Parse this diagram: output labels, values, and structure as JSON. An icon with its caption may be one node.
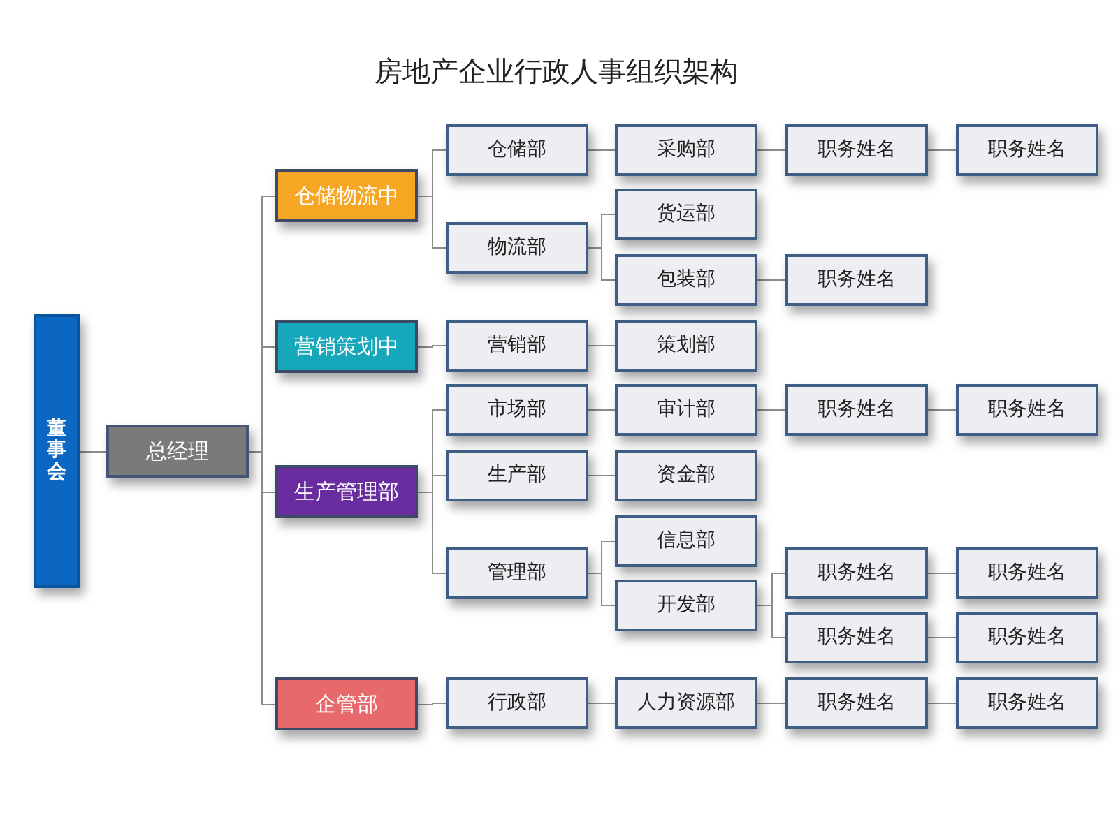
{
  "diagram": {
    "title": "房地产企业行政人事组织架构",
    "nodes": [
      {
        "text": [
          "董事会"
        ]
      },
      {
        "text": [
          "总经理"
        ]
      },
      {
        "text": [
          "仓储物流中"
        ]
      },
      {
        "text": [
          "营销策划中"
        ]
      },
      {
        "text": [
          "生产管理部"
        ]
      },
      {
        "text": [
          "企管部"
        ]
      },
      {
        "text": [
          "仓储部"
        ]
      },
      {
        "text": [
          "物流部"
        ]
      },
      {
        "text": [
          "营销部"
        ]
      },
      {
        "text": [
          "市场部"
        ]
      },
      {
        "text": [
          "生产部"
        ]
      },
      {
        "text": [
          "管理部"
        ]
      },
      {
        "text": [
          "行政部"
        ]
      },
      {
        "text": [
          "采购部"
        ]
      },
      {
        "text": [
          "货运部"
        ]
      },
      {
        "text": [
          "包装部"
        ]
      },
      {
        "text": [
          "策划部"
        ]
      },
      {
        "text": [
          "审计部"
        ]
      },
      {
        "text": [
          "资金部"
        ]
      },
      {
        "text": [
          "信息部"
        ]
      },
      {
        "text": [
          "开发部"
        ]
      },
      {
        "text": [
          "人力资源部"
        ]
      },
      {
        "text": [
          "职务姓名"
        ]
      },
      {
        "text": [
          "职务姓名"
        ]
      },
      {
        "text": [
          "职务姓名"
        ]
      },
      {
        "text": [
          "职务姓名"
        ]
      },
      {
        "text": [
          "职务姓名"
        ]
      },
      {
        "text": [
          "职务姓名"
        ]
      },
      {
        "text": [
          "职务姓名"
        ]
      },
      {
        "text": [
          "职务姓名"
        ]
      },
      {
        "text": [
          "职务姓名"
        ]
      },
      {
        "text": [
          "职务姓名"
        ]
      },
      {
        "text": [
          "职务姓名"
        ]
      }
    ],
    "edges": [
      {
        "from": 0,
        "to": 1,
        "arrow": "none"
      },
      {
        "from": 1,
        "to": 2,
        "arrow": "none"
      },
      {
        "from": 1,
        "to": 3,
        "arrow": "none"
      },
      {
        "from": 1,
        "to": 4,
        "arrow": "none"
      },
      {
        "from": 1,
        "to": 5,
        "arrow": "none"
      },
      {
        "from": 2,
        "to": 6,
        "arrow": "none"
      },
      {
        "from": 2,
        "to": 7,
        "arrow": "none"
      },
      {
        "from": 3,
        "to": 8,
        "arrow": "none"
      },
      {
        "from": 4,
        "to": 9,
        "arrow": "none"
      },
      {
        "from": 4,
        "to": 10,
        "arrow": "none"
      },
      {
        "from": 4,
        "to": 11,
        "arrow": "none"
      },
      {
        "from": 5,
        "to": 12,
        "arrow": "none"
      },
      {
        "from": 6,
        "to": 13,
        "arrow": "none"
      },
      {
        "from": 7,
        "to": 14,
        "arrow": "none"
      },
      {
        "from": 7,
        "to": 15,
        "arrow": "none"
      },
      {
        "from": 8,
        "to": 16,
        "arrow": "none"
      },
      {
        "from": 9,
        "to": 17,
        "arrow": "none"
      },
      {
        "from": 10,
        "to": 18,
        "arrow": "none"
      },
      {
        "from": 11,
        "to": 19,
        "arrow": "none"
      },
      {
        "from": 11,
        "to": 20,
        "arrow": "none"
      },
      {
        "from": 12,
        "to": 21,
        "arrow": "none"
      },
      {
        "from": 13,
        "to": 22,
        "arrow": "none"
      },
      {
        "from": 22,
        "to": 23,
        "arrow": "none"
      },
      {
        "from": 15,
        "to": 24,
        "arrow": "none"
      },
      {
        "from": 17,
        "to": 25,
        "arrow": "none"
      },
      {
        "from": 25,
        "to": 26,
        "arrow": "none"
      },
      {
        "from": 20,
        "to": 27,
        "arrow": "none"
      },
      {
        "from": 27,
        "to": 28,
        "arrow": "none"
      },
      {
        "from": 20,
        "to": 29,
        "arrow": "none"
      },
      {
        "from": 29,
        "to": 30,
        "arrow": "none"
      },
      {
        "from": 21,
        "to": 31,
        "arrow": "none"
      },
      {
        "from": 31,
        "to": 32,
        "arrow": "none"
      }
    ]
  }
}
